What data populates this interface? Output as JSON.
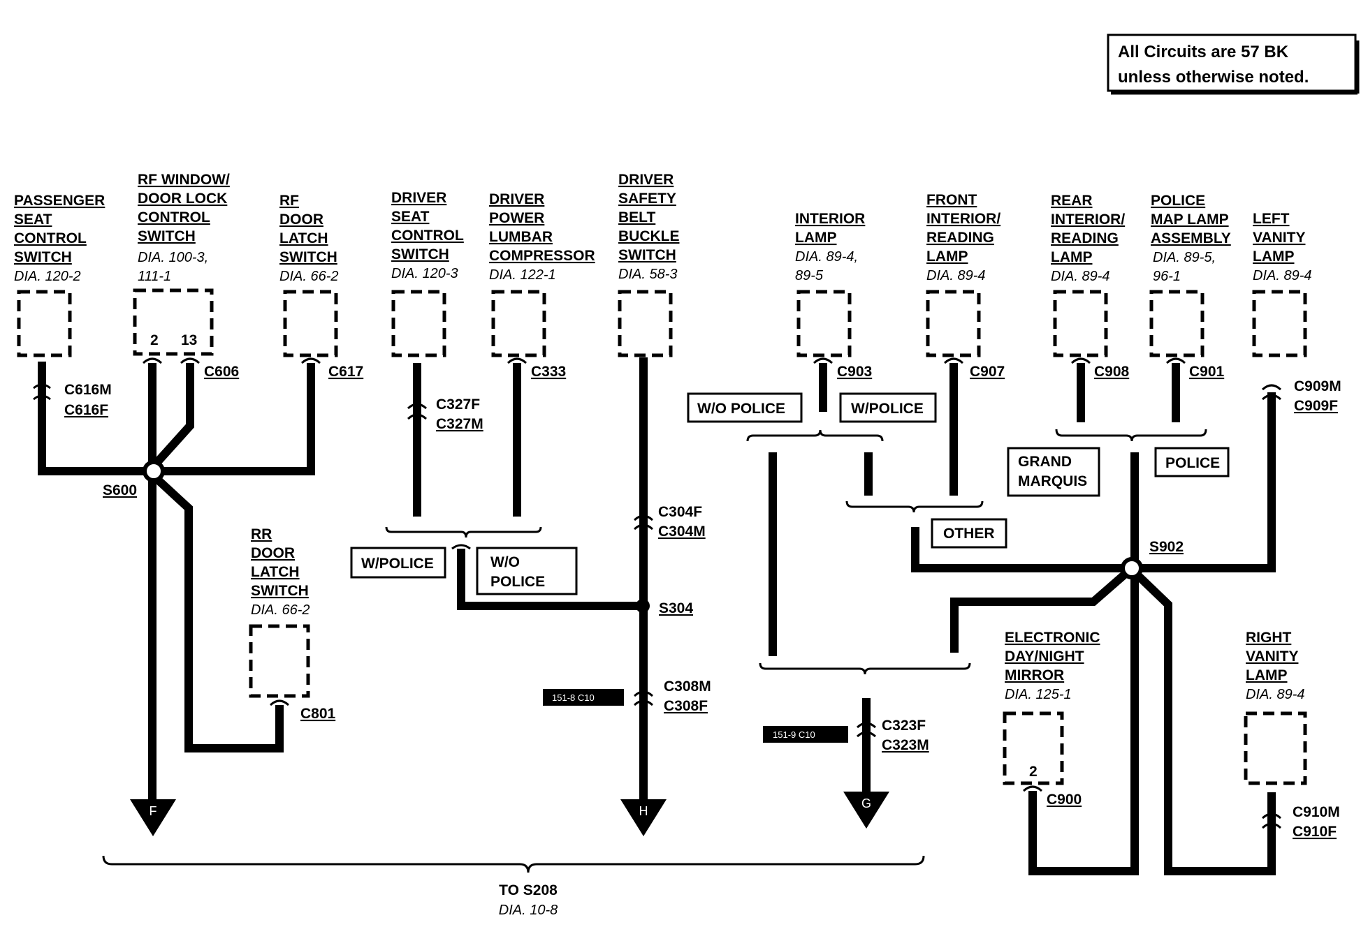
{
  "note": {
    "line1": "All Circuits are 57 BK",
    "line2": "unless otherwise noted."
  },
  "components": {
    "passenger_seat": {
      "l1": "PASSENGER",
      "l2": "SEAT",
      "l3": "CONTROL",
      "l4": "SWITCH",
      "dia": "DIA. 120-2"
    },
    "rf_window": {
      "l1": "RF WINDOW/",
      "l2": "DOOR LOCK",
      "l3": "CONTROL",
      "l4": "SWITCH",
      "dia1": "DIA. 100-3,",
      "dia2": "111-1",
      "pin_a": "2",
      "pin_b": "13"
    },
    "rf_door_latch": {
      "l1": "RF",
      "l2": "DOOR",
      "l3": "LATCH",
      "l4": "SWITCH",
      "dia": "DIA. 66-2"
    },
    "rr_door_latch": {
      "l1": "RR",
      "l2": "DOOR",
      "l3": "LATCH",
      "l4": "SWITCH",
      "dia": "DIA. 66-2"
    },
    "driver_seat": {
      "l1": "DRIVER",
      "l2": "SEAT",
      "l3": "CONTROL",
      "l4": "SWITCH",
      "dia": "DIA. 120-3"
    },
    "driver_lumbar": {
      "l1": "DRIVER",
      "l2": "POWER",
      "l3": "LUMBAR",
      "l4": "COMPRESSOR",
      "dia": "DIA. 122-1"
    },
    "driver_belt": {
      "l1": "DRIVER",
      "l2": "SAFETY",
      "l3": "BELT",
      "l4": "BUCKLE",
      "l5": "SWITCH",
      "dia": "DIA. 58-3"
    },
    "interior_lamp": {
      "l1": "INTERIOR",
      "l2": "LAMP",
      "dia1": "DIA. 89-4,",
      "dia2": "89-5"
    },
    "front_interior": {
      "l1": "FRONT",
      "l2": "INTERIOR/",
      "l3": "READING",
      "l4": "LAMP",
      "dia": "DIA. 89-4"
    },
    "rear_interior": {
      "l1": "REAR",
      "l2": "INTERIOR/",
      "l3": "READING",
      "l4": "LAMP",
      "dia": "DIA. 89-4"
    },
    "police_map": {
      "l1": "POLICE",
      "l2": "MAP LAMP",
      "l3": "ASSEMBLY",
      "dia1": "DIA. 89-5,",
      "dia2": "96-1"
    },
    "left_vanity": {
      "l1": "LEFT",
      "l2": "VANITY",
      "l3": "LAMP",
      "dia": "DIA. 89-4"
    },
    "electronic_mirror": {
      "l1": "ELECTRONIC",
      "l2": "DAY/NIGHT",
      "l3": "MIRROR",
      "dia": "DIA. 125-1",
      "pin": "2"
    },
    "right_vanity": {
      "l1": "RIGHT",
      "l2": "VANITY",
      "l3": "LAMP",
      "dia": "DIA. 89-4"
    }
  },
  "connectors": {
    "c616m": "C616M",
    "c616f": "C616F",
    "c606": "C606",
    "c617": "C617",
    "c801": "C801",
    "c327f": "C327F",
    "c327m": "C327M",
    "c333": "C333",
    "c304f": "C304F",
    "c304m": "C304M",
    "c308m": "C308M",
    "c308f": "C308F",
    "c903": "C903",
    "c907": "C907",
    "c908": "C908",
    "c901": "C901",
    "c909m": "C909M",
    "c909f": "C909F",
    "c323f": "C323F",
    "c323m": "C323M",
    "c900": "C900",
    "c910m": "C910M",
    "c910f": "C910F"
  },
  "splices": {
    "s600": "S600",
    "s304": "S304",
    "s902": "S902"
  },
  "options": {
    "w_police_a": "W/POLICE",
    "wo_police_a1": "W/O",
    "wo_police_a2": "POLICE",
    "wo_police_b": "W/O POLICE",
    "w_police_b": "W/POLICE",
    "other": "OTHER",
    "grand_marquis1": "GRAND",
    "grand_marquis2": "MARQUIS",
    "police": "POLICE"
  },
  "tags": {
    "t1": "151-8 C10",
    "t2": "151-9 C10"
  },
  "grounds": {
    "f": "F",
    "h": "H",
    "g": "G"
  },
  "footer": {
    "to": "TO S208",
    "dia": "DIA. 10-8"
  }
}
